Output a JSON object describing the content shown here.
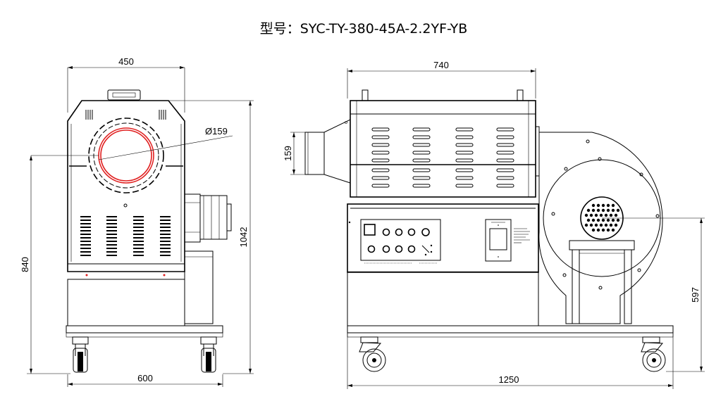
{
  "model_label": "型号：SYC-TY-380-45A-2.2YF-YB",
  "front_view": {
    "dim_width_top": "450",
    "dim_width_bottom": "600",
    "dim_height_total": "1042",
    "dim_height_body": "840",
    "dim_diameter": "Ø159"
  },
  "side_view": {
    "dim_width_top": "740",
    "dim_width_bottom": "1250",
    "dim_inlet": "159",
    "dim_outlet_height": "597"
  }
}
